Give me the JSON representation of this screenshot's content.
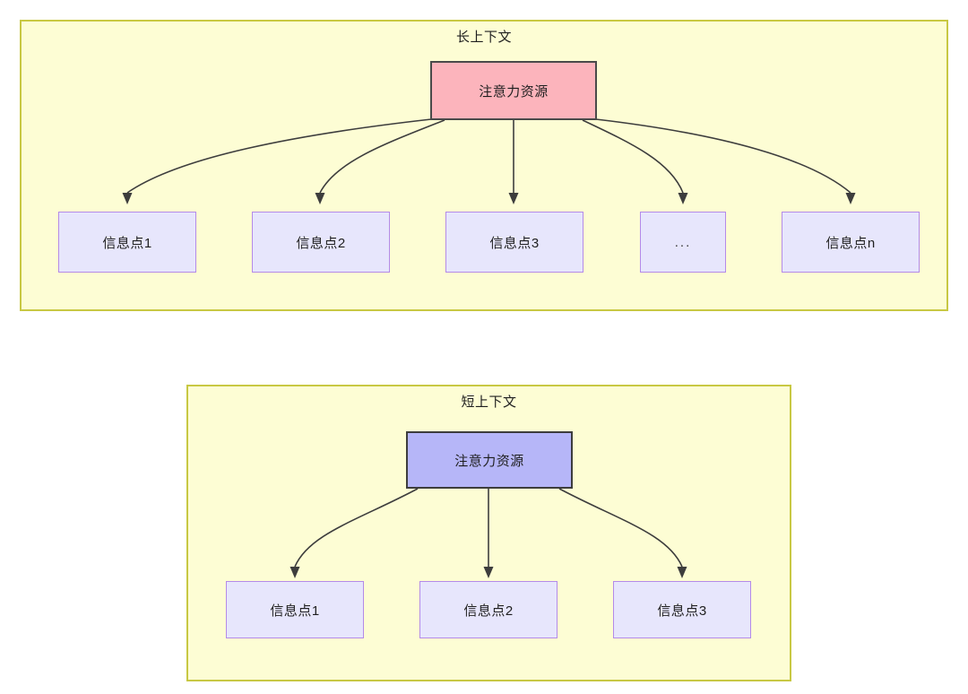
{
  "diagram": {
    "title_hidden": "",
    "sections": [
      {
        "id": "long-context",
        "title": "长上下文",
        "root": {
          "label": "注意力资源",
          "fill": "#FCB4BC",
          "stroke": "#4a4a4a"
        },
        "children": [
          {
            "label": "信息点1"
          },
          {
            "label": "信息点2"
          },
          {
            "label": "信息点3"
          },
          {
            "label": "..."
          },
          {
            "label": "信息点n"
          }
        ]
      },
      {
        "id": "short-context",
        "title": "短上下文",
        "root": {
          "label": "注意力资源",
          "fill": "#B6B6F8",
          "stroke": "#3d3d3d"
        },
        "children": [
          {
            "label": "信息点1"
          },
          {
            "label": "信息点2"
          },
          {
            "label": "信息点3"
          }
        ]
      }
    ],
    "colors": {
      "container_fill": "#FDFDD4",
      "container_stroke": "#C8C843",
      "info_fill": "#E7E6FC",
      "info_stroke": "#B48AE8",
      "edge_stroke": "#3d3d3d",
      "text": "#1f1f1f"
    }
  }
}
